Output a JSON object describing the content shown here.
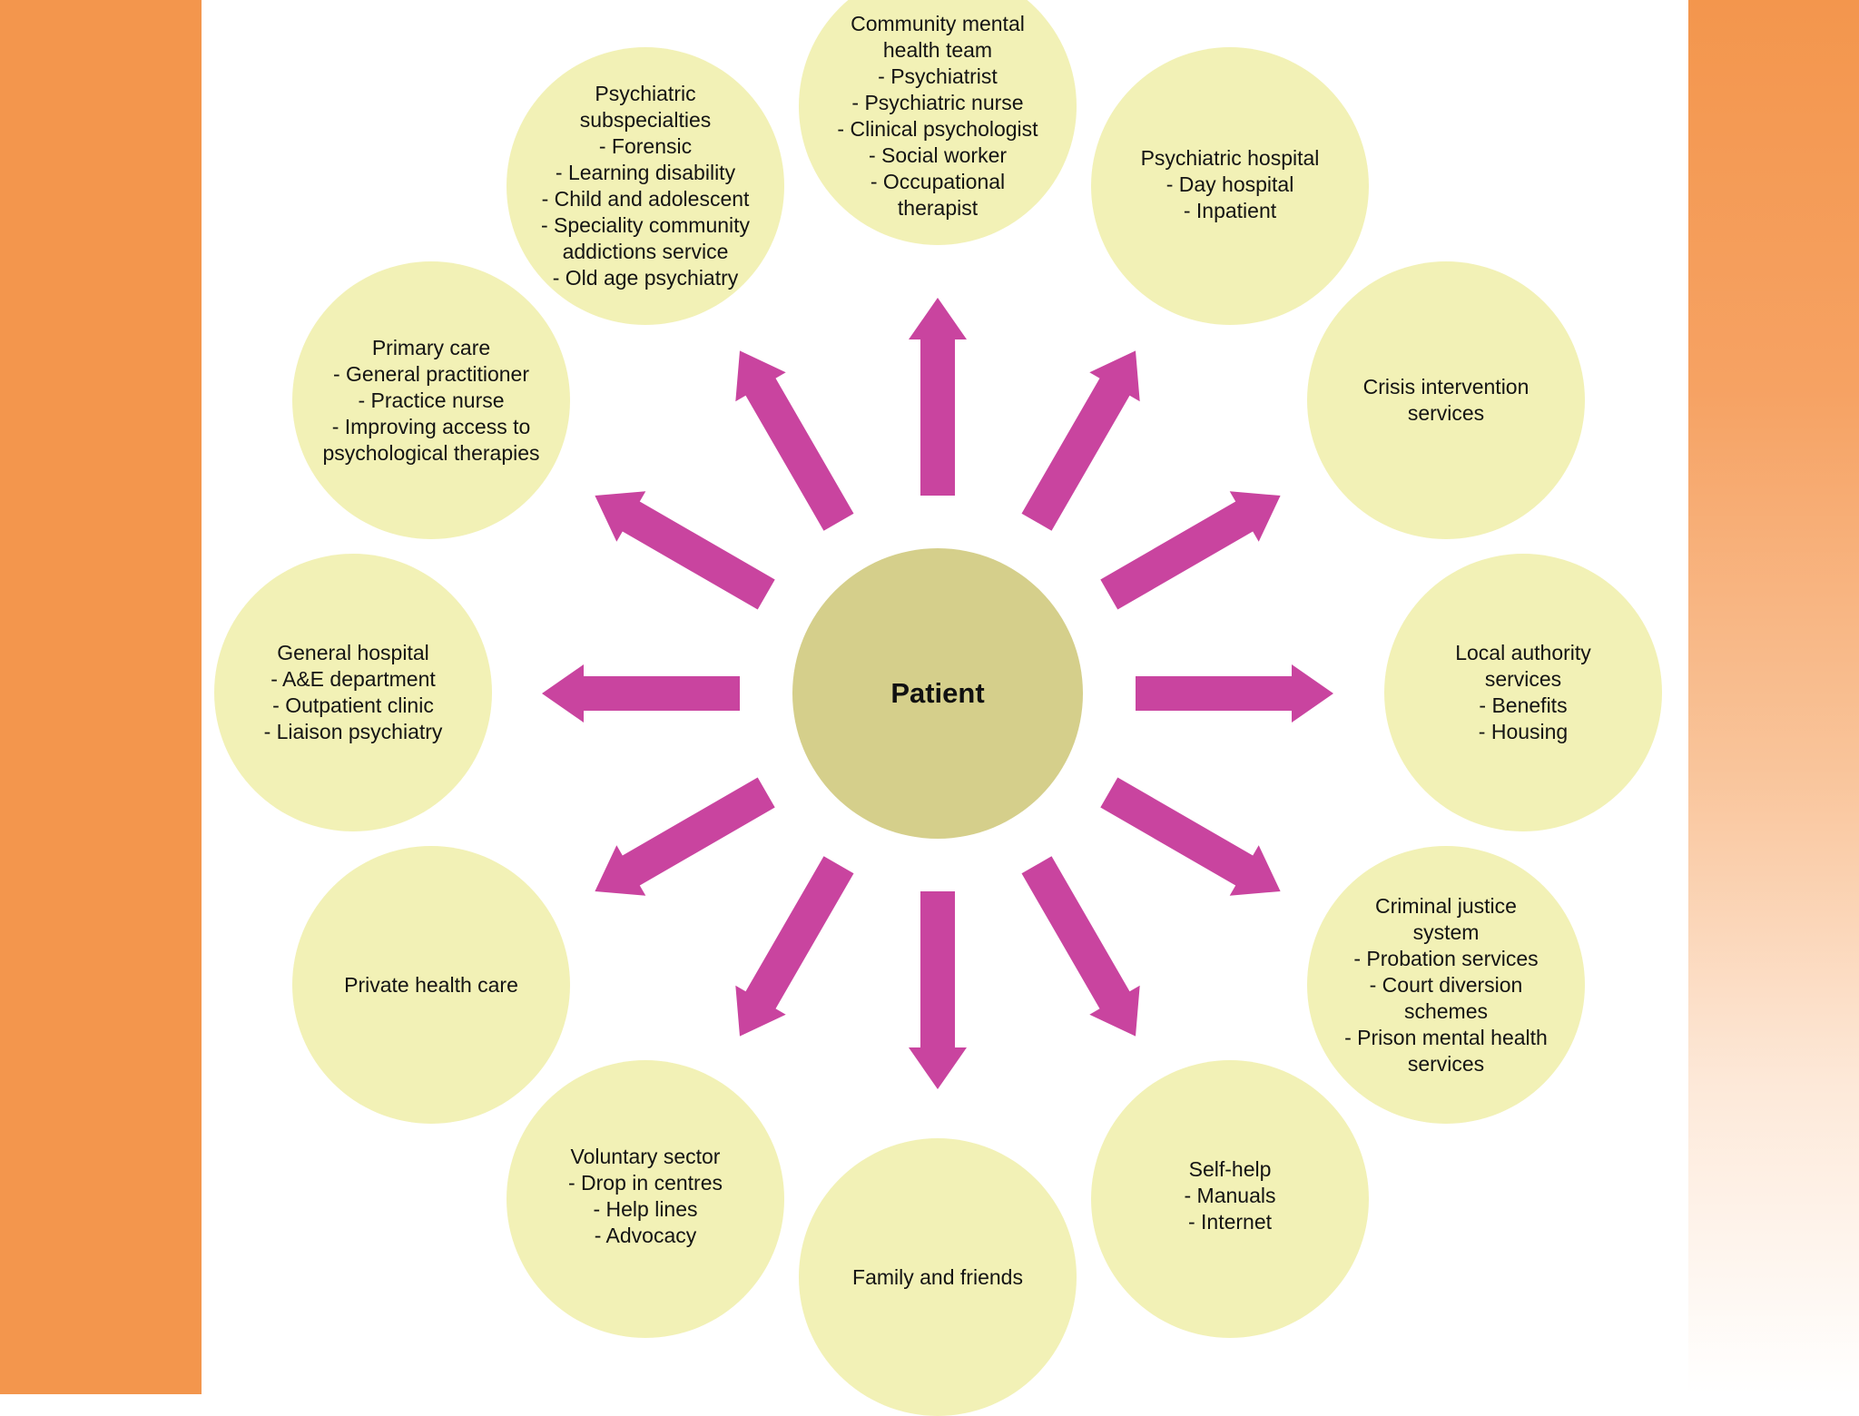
{
  "center": {
    "label": "Patient"
  },
  "nodes": [
    {
      "key": "community",
      "lines": [
        "Community mental",
        "health team",
        "- Psychiatrist",
        "- Psychiatric nurse",
        "- Clinical psychologist",
        "- Social worker",
        "- Occupational",
        "therapist"
      ]
    },
    {
      "key": "psych-hospital",
      "lines": [
        "Psychiatric hospital",
        "- Day hospital",
        "- Inpatient"
      ]
    },
    {
      "key": "crisis",
      "lines": [
        "Crisis intervention",
        "services"
      ]
    },
    {
      "key": "local-authority",
      "lines": [
        "Local authority",
        "services",
        "- Benefits",
        "- Housing"
      ]
    },
    {
      "key": "criminal-justice",
      "lines": [
        "Criminal justice",
        "system",
        "- Probation services",
        "- Court diversion",
        "schemes",
        "- Prison mental health",
        "services"
      ]
    },
    {
      "key": "self-help",
      "lines": [
        "Self-help",
        "- Manuals",
        "- Internet"
      ]
    },
    {
      "key": "family",
      "lines": [
        "Family and friends"
      ]
    },
    {
      "key": "voluntary",
      "lines": [
        "Voluntary sector",
        "- Drop in centres",
        "- Help lines",
        "- Advocacy"
      ]
    },
    {
      "key": "private",
      "lines": [
        "Private health care"
      ]
    },
    {
      "key": "general-hospital",
      "lines": [
        "General hospital",
        "- A&E department",
        "- Outpatient clinic",
        "- Liaison psychiatry"
      ]
    },
    {
      "key": "primary-care",
      "lines": [
        "Primary care",
        "- General practitioner",
        "- Practice nurse",
        "- Improving access to",
        "psychological therapies"
      ]
    },
    {
      "key": "subspecialties",
      "lines": [
        "Psychiatric",
        "subspecialties",
        "- Forensic",
        "- Learning disability",
        "- Child and adolescent",
        "- Speciality community",
        "addictions service",
        "- Old age psychiatry"
      ]
    }
  ],
  "colors": {
    "orange": "#f3964d",
    "bubble": "#f2f1b6",
    "center": "#d5cf8b",
    "arrow": "#c9449f"
  }
}
